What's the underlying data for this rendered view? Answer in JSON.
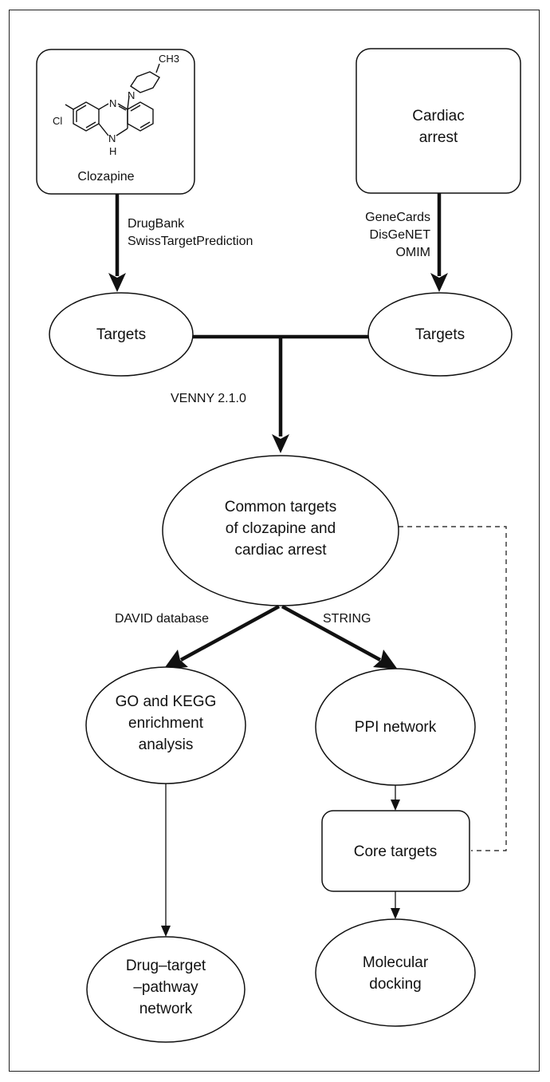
{
  "drug": {
    "name": "Clozapine",
    "atoms": {
      "cl": "Cl",
      "n_ring": "N",
      "nh_n": "N",
      "nh_h": "H",
      "pip_n": "N",
      "methyl": "CH3"
    }
  },
  "disease": {
    "line1": "Cardiac",
    "line2": "arrest"
  },
  "drug_sources": [
    "DrugBank",
    "SwissTargetPrediction"
  ],
  "disease_sources": [
    "GeneCards",
    "DisGeNET",
    "OMIM"
  ],
  "drug_targets": "Targets",
  "disease_targets": "Targets",
  "venny_label": "VENNY 2.1.0",
  "common_targets": [
    "Common targets",
    "of clozapine and",
    "cardiac arrest"
  ],
  "david_label": "DAVID database",
  "string_label": "STRING",
  "enrichment": [
    "GO and KEGG",
    "enrichment",
    "analysis"
  ],
  "ppi": "PPI network",
  "core_targets": "Core targets",
  "network": [
    "Drug–target",
    "–pathway",
    "network"
  ],
  "docking": [
    "Molecular",
    "docking"
  ]
}
